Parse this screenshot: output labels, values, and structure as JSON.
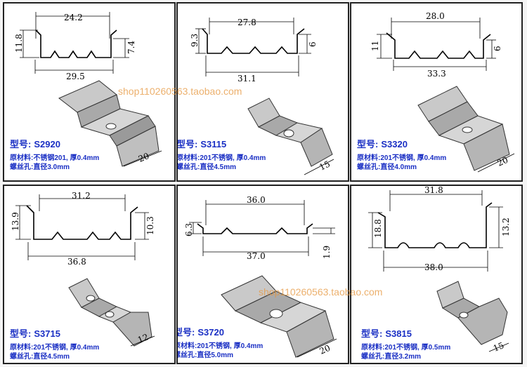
{
  "watermark": "shop110260563.taobao.com",
  "products": [
    {
      "model_label": "型号:",
      "model": "S2920",
      "material_label": "原材料:",
      "material": "不锈钢201,",
      "thickness_label": "厚",
      "thickness": "0.4mm",
      "hole_label": "螺丝孔:",
      "hole_prefix": "直径",
      "hole": "3.0mm",
      "dims": {
        "top": "24.2",
        "bottom": "29.5",
        "left": "11.8",
        "right": "7.4",
        "length": "20"
      }
    },
    {
      "model_label": "型号:",
      "model": "S3115",
      "material_label": "原材料:",
      "material": "201不锈钢,",
      "thickness_label": "厚",
      "thickness": "0.4mm",
      "hole_label": "螺丝孔:",
      "hole_prefix": "直径",
      "hole": "4.5mm",
      "dims": {
        "top": "27.8",
        "bottom": "31.1",
        "left": "9.3",
        "right": "6",
        "length": "15"
      }
    },
    {
      "model_label": "型号:",
      "model": "S3320",
      "material_label": "原材料:",
      "material": "201不锈钢,",
      "thickness_label": "厚",
      "thickness": "0.4mm",
      "hole_label": "螺丝孔:",
      "hole_prefix": "直径",
      "hole": "4.0mm",
      "dims": {
        "top": "28.0",
        "bottom": "33.3",
        "left": "11",
        "right": "6",
        "length": "20"
      }
    },
    {
      "model_label": "型号:",
      "model": "S3715",
      "material_label": "原材料:",
      "material": "201不锈钢,",
      "thickness_label": "厚",
      "thickness": "0.4mm",
      "hole_label": "螺丝孔:",
      "hole_prefix": "直径",
      "hole": "4.5mm",
      "dims": {
        "top": "31.2",
        "bottom": "36.8",
        "left": "13.9",
        "right": "10.3",
        "length": "12"
      }
    },
    {
      "model_label": "型号:",
      "model": "S3720",
      "material_label": "原材料:",
      "material": "201不锈钢,",
      "thickness_label": "厚",
      "thickness": "0.4mm",
      "hole_label": "螺丝孔:",
      "hole_prefix": "直径",
      "hole": "5.0mm",
      "dims": {
        "top": "36.0",
        "bottom": "37.0",
        "left": "6.3",
        "right": "1.9",
        "length": "20"
      }
    },
    {
      "model_label": "型号:",
      "model": "S3815",
      "material_label": "原材料:",
      "material": "201不锈钢,",
      "thickness_label": "厚",
      "thickness": "0.5mm",
      "hole_label": "螺丝孔:",
      "hole_prefix": "直径",
      "hole": "3.2mm",
      "dims": {
        "top": "31.8",
        "bottom": "38.0",
        "left": "18.8",
        "right": "13.2",
        "length": "15"
      }
    }
  ]
}
